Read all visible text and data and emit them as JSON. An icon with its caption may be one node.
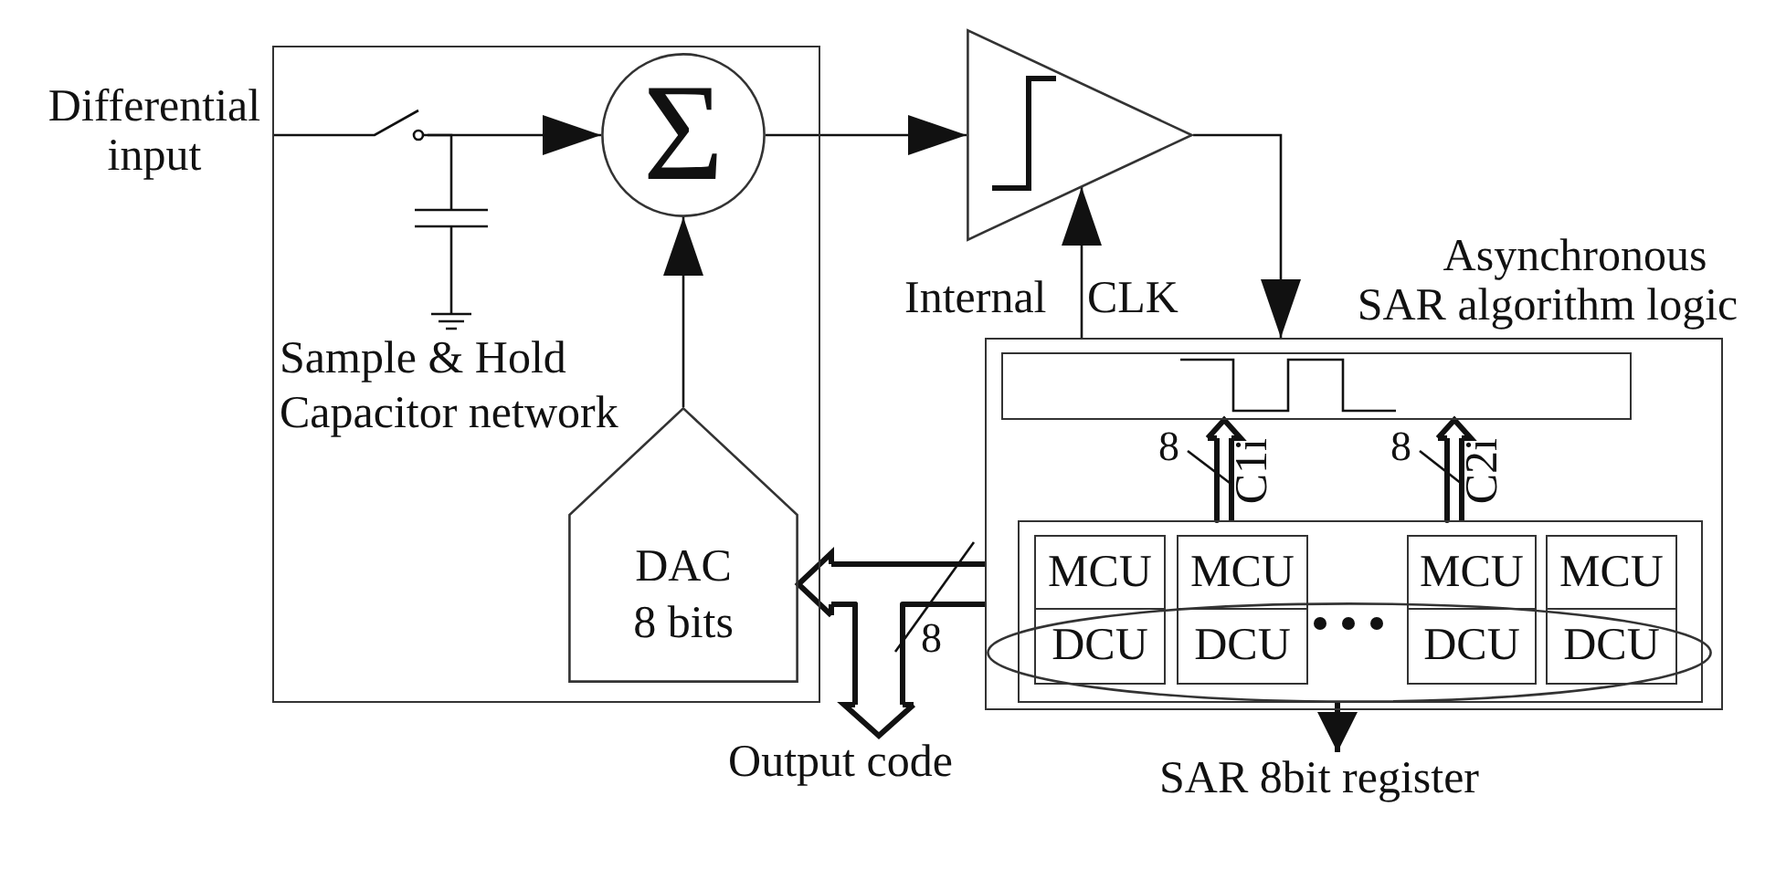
{
  "diagram": {
    "nodes": [
      {
        "text": [
          "Differential input"
        ]
      },
      {
        "text": [
          "Sample & Hold Capacitor network"
        ]
      },
      {
        "text": [],
        "shape": "switch",
        "in": 1
      },
      {
        "text": [],
        "shape": "capacitor",
        "in": 1
      },
      {
        "text": [
          "Σ"
        ],
        "in": 1
      },
      {
        "text": [
          "DAC 8 bits"
        ],
        "in": 1
      },
      {
        "text": [],
        "shape": "triangle"
      },
      {
        "text": [
          "Asynchronous SAR algorithm logic"
        ]
      },
      {
        "text": [],
        "shape": "box",
        "in": 7
      },
      {
        "text": [],
        "shape": "box",
        "in": 7
      },
      {
        "text": [
          "MCU"
        ],
        "in": 9
      },
      {
        "text": [
          "MCU"
        ],
        "in": 9
      },
      {
        "text": [
          "MCU"
        ],
        "in": 9
      },
      {
        "text": [
          "MCU"
        ],
        "in": 9
      },
      {
        "text": [],
        "shape": "ellipse",
        "in": 9
      },
      {
        "text": [
          "DCU"
        ],
        "in": 14
      },
      {
        "text": [
          "DCU"
        ],
        "in": 14
      },
      {
        "text": [
          "DCU"
        ],
        "in": 14
      },
      {
        "text": [
          "DCU"
        ],
        "in": 14
      },
      {
        "text": [
          "Output code"
        ]
      },
      {
        "text": [
          "SAR 8bit register"
        ]
      }
    ],
    "edges": [
      {
        "from": 0,
        "to": 2,
        "arrow": "none"
      },
      {
        "from": 2,
        "to": 4,
        "arrow": "to"
      },
      {
        "from": 2,
        "to": 3,
        "arrow": "none"
      },
      {
        "from": 5,
        "to": 4,
        "arrow": "to"
      },
      {
        "from": 4,
        "to": 6,
        "arrow": "to"
      },
      {
        "from": 6,
        "to": 7,
        "arrow": "to"
      },
      {
        "from": 7,
        "to": 6,
        "arrow": "to",
        "label": "Internal CLK"
      },
      {
        "from": 9,
        "to": 8,
        "arrow": "to",
        "label": "C1i",
        "style": "thick"
      },
      {
        "from": 9,
        "to": 8,
        "arrow": "to",
        "label": "C2i",
        "style": "thick"
      },
      {
        "from": 7,
        "to": 5,
        "arrow": "to",
        "style": "thick"
      },
      {
        "from": 7,
        "to": 19,
        "arrow": "to",
        "style": "thick"
      },
      {
        "from": 14,
        "to": 20,
        "arrow": "to",
        "style": "thick"
      }
    ],
    "labels": [
      "8",
      "8",
      "8"
    ]
  }
}
